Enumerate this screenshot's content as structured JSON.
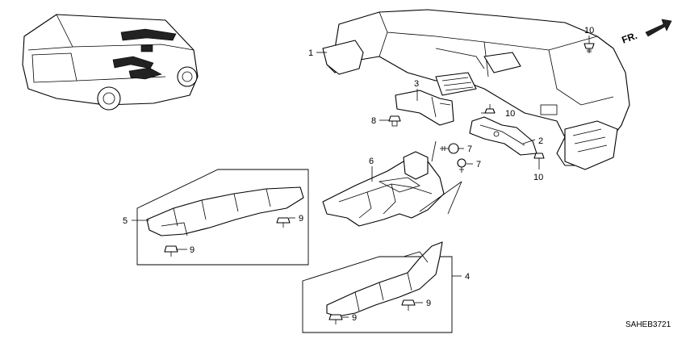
{
  "diagram": {
    "direction_label": "FR.",
    "diagram_code": "SAHEB3721",
    "callouts": {
      "c1": "1",
      "c2": "2",
      "c3": "3",
      "c4": "4",
      "c5": "5",
      "c6": "6",
      "c7a": "7",
      "c7b": "7",
      "c8": "8",
      "c9a": "9",
      "c9b": "9",
      "c9c": "9",
      "c9d": "9",
      "c10a": "10",
      "c10b": "10",
      "c10c": "10"
    }
  }
}
